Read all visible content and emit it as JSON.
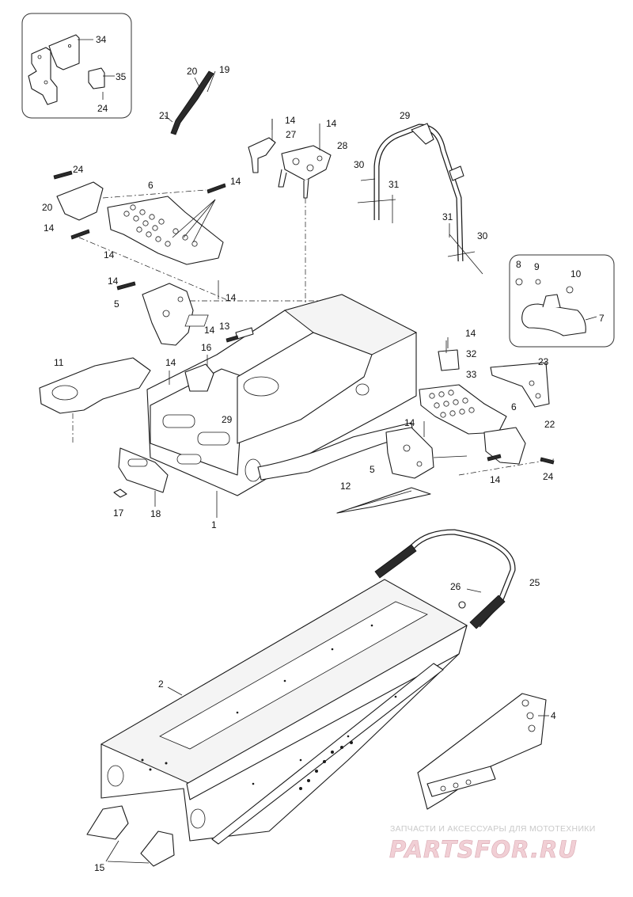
{
  "callouts": [
    {
      "id": "c34a",
      "label": "34"
    },
    {
      "id": "c35",
      "label": "35"
    },
    {
      "id": "c24a",
      "label": "24"
    },
    {
      "id": "c20a",
      "label": "20"
    },
    {
      "id": "c19",
      "label": "19"
    },
    {
      "id": "c21",
      "label": "21"
    },
    {
      "id": "c14a",
      "label": "14"
    },
    {
      "id": "c27",
      "label": "27"
    },
    {
      "id": "c14b",
      "label": "14"
    },
    {
      "id": "c28",
      "label": "28"
    },
    {
      "id": "c29a",
      "label": "29"
    },
    {
      "id": "c24b",
      "label": "24"
    },
    {
      "id": "c6a",
      "label": "6"
    },
    {
      "id": "c14c",
      "label": "14"
    },
    {
      "id": "c20b",
      "label": "20"
    },
    {
      "id": "c14d",
      "label": "14"
    },
    {
      "id": "c14e",
      "label": "14"
    },
    {
      "id": "c30a",
      "label": "30"
    },
    {
      "id": "c31a",
      "label": "31"
    },
    {
      "id": "c31b",
      "label": "31"
    },
    {
      "id": "c30b",
      "label": "30"
    },
    {
      "id": "c8",
      "label": "8"
    },
    {
      "id": "c9",
      "label": "9"
    },
    {
      "id": "c10",
      "label": "10"
    },
    {
      "id": "c7",
      "label": "7"
    },
    {
      "id": "c14f",
      "label": "14"
    },
    {
      "id": "c14g",
      "label": "14"
    },
    {
      "id": "c5a",
      "label": "5"
    },
    {
      "id": "c14h",
      "label": "14"
    },
    {
      "id": "c13",
      "label": "13"
    },
    {
      "id": "c14i",
      "label": "14"
    },
    {
      "id": "c32",
      "label": "32"
    },
    {
      "id": "c16",
      "label": "16"
    },
    {
      "id": "c11",
      "label": "11"
    },
    {
      "id": "c14j",
      "label": "14"
    },
    {
      "id": "c33",
      "label": "33"
    },
    {
      "id": "c23",
      "label": "23"
    },
    {
      "id": "c29b",
      "label": "29"
    },
    {
      "id": "c6b",
      "label": "6"
    },
    {
      "id": "c14k",
      "label": "14"
    },
    {
      "id": "c22",
      "label": "22"
    },
    {
      "id": "c5b",
      "label": "5"
    },
    {
      "id": "c14l",
      "label": "14"
    },
    {
      "id": "c24c",
      "label": "24"
    },
    {
      "id": "c17",
      "label": "17"
    },
    {
      "id": "c18",
      "label": "18"
    },
    {
      "id": "c1",
      "label": "1"
    },
    {
      "id": "c12",
      "label": "12"
    },
    {
      "id": "c26",
      "label": "26"
    },
    {
      "id": "c25",
      "label": "25"
    },
    {
      "id": "c2",
      "label": "2"
    },
    {
      "id": "c4",
      "label": "4"
    },
    {
      "id": "c15",
      "label": "15"
    }
  ],
  "watermark": {
    "subtitle": "ЗАПЧАСТИ И АКСЕССУАРЫ ДЛЯ МОТОТЕХНИКИ",
    "brand": "PARTSFOR.RU"
  }
}
